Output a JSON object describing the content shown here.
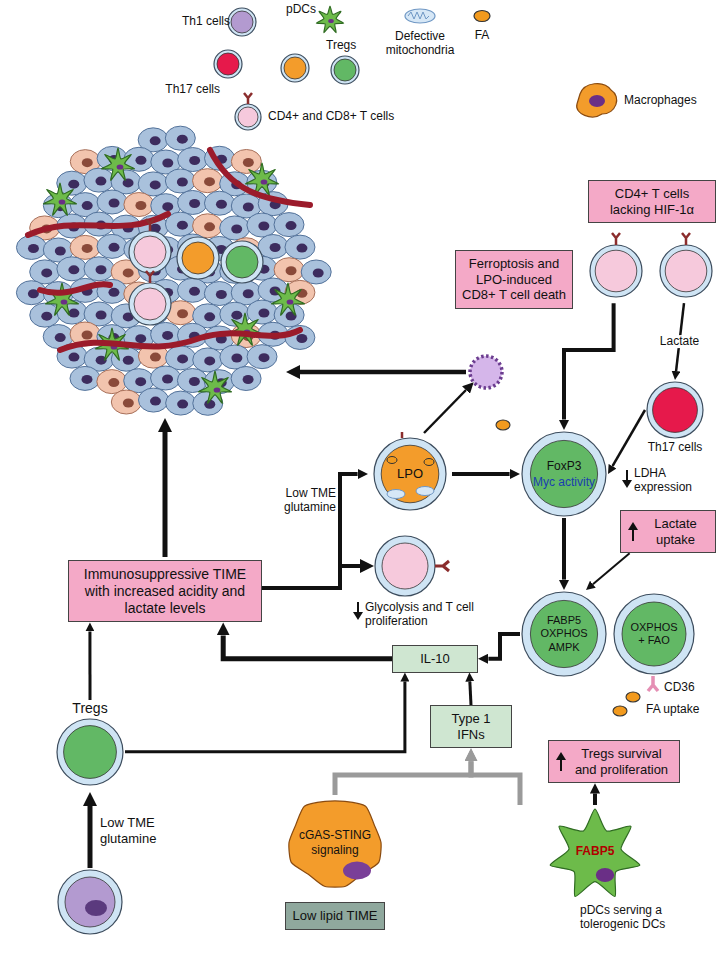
{
  "diagram": {
    "nodes": [
      {
        "text": [
          "Ferroptosis and LPO-induced CD8+ T cell death"
        ]
      },
      {
        "text": [
          "CD4+ T cells lacking HIF-1α"
        ]
      },
      {
        "text": [
          "Th17 cells"
        ]
      },
      {
        "text": [
          "LPO"
        ]
      },
      {
        "text": [
          "FoxP3",
          "Myc activity"
        ]
      },
      {
        "text": [
          "Immunosuppressive TIME with increased acidity and lactate levels"
        ]
      },
      {
        "text": [
          "Lactate uptake"
        ]
      },
      {
        "text": [
          "FABP5 OXPHOS AMPK"
        ]
      },
      {
        "text": [
          "OXPHOS + FAO"
        ]
      },
      {
        "text": [
          "IL-10"
        ]
      },
      {
        "text": [
          "Tregs survival and proliferation"
        ]
      },
      {
        "text": [
          "Tregs"
        ]
      },
      {
        "text": [
          "Type 1 IFNs"
        ]
      },
      {
        "text": [
          "cGAS-STING signaling"
        ]
      },
      {
        "text": [
          "Low lipid TIME"
        ]
      },
      {
        "text": [
          "FABP5",
          "pDCs serving a tolerogenic DCs"
        ]
      }
    ],
    "edges": [
      {
        "from": 1,
        "to": 4,
        "arrow": "to"
      },
      {
        "from": 1,
        "to": 2,
        "label": "Lactate",
        "arrow": "to"
      },
      {
        "from": 2,
        "to": 4,
        "arrow": "to"
      },
      {
        "from": 5,
        "to": 3,
        "arrow": "to"
      },
      {
        "from": 3,
        "to": 4,
        "arrow": "to"
      },
      {
        "from": 4,
        "to": 7,
        "arrow": "to"
      },
      {
        "from": 6,
        "to": 7,
        "arrow": "to"
      },
      {
        "from": 7,
        "to": 9,
        "arrow": "to"
      },
      {
        "from": 9,
        "to": 5,
        "arrow": "to"
      },
      {
        "from": 11,
        "to": 5,
        "arrow": "to"
      },
      {
        "from": 11,
        "to": 9,
        "arrow": "to"
      },
      {
        "from": 12,
        "to": 9,
        "arrow": "to"
      },
      {
        "from": 13,
        "to": 12,
        "arrow": "to"
      },
      {
        "from": 15,
        "to": 12,
        "arrow": "to"
      },
      {
        "from": 15,
        "to": 10,
        "arrow": "to"
      }
    ],
    "labels": [
      "Low TME glutamine",
      "LDHA expression",
      "Glycolysis and T cell proliferation",
      "CD36",
      "FA uptake",
      "Low TME glutamine"
    ],
    "legend": [
      {
        "text": "Th1 cells"
      },
      {
        "text": "pDCs"
      },
      {
        "text": "Defective mitochondria"
      },
      {
        "text": "FA"
      },
      {
        "text": "Th17 cells"
      },
      {
        "text": "Tregs"
      },
      {
        "text": "CD4+ and CD8+ T cells"
      },
      {
        "text": "Macrophages"
      }
    ]
  }
}
